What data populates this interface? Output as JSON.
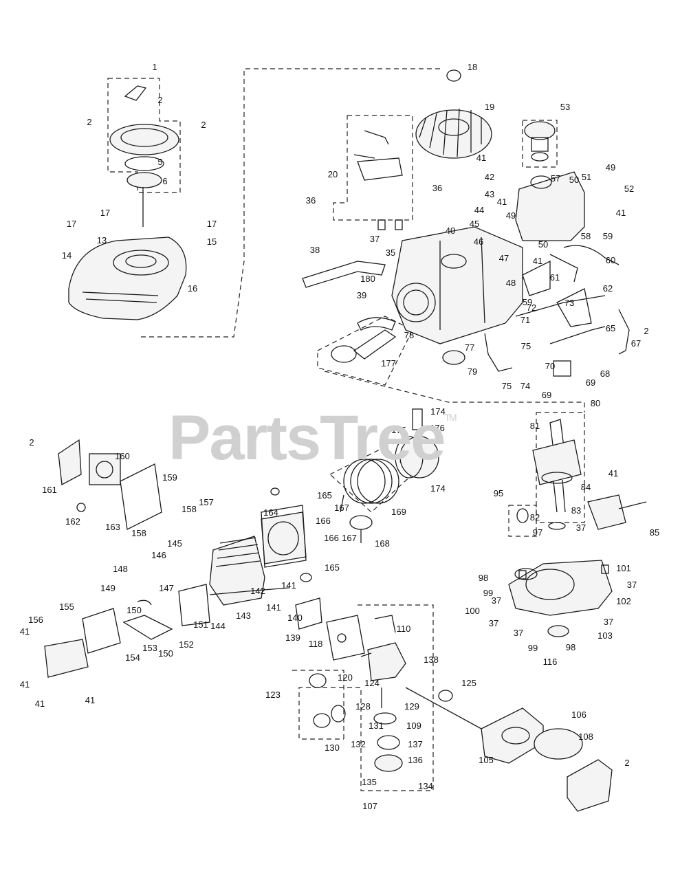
{
  "watermark": {
    "text": "PartsTree",
    "mark": "TM"
  },
  "callout_labels": [
    "1",
    "2",
    "2",
    "2",
    "5",
    "6",
    "17",
    "17",
    "17",
    "13",
    "14",
    "15",
    "16",
    "18",
    "19",
    "20",
    "36",
    "36",
    "37",
    "35",
    "38",
    "39",
    "180",
    "40",
    "41",
    "42",
    "43",
    "44",
    "45",
    "46",
    "47",
    "41",
    "49",
    "48",
    "41",
    "50",
    "53",
    "57",
    "51",
    "49",
    "52",
    "50",
    "41",
    "58",
    "59",
    "60",
    "61",
    "62",
    "72",
    "73",
    "71",
    "59",
    "2",
    "65",
    "67",
    "68",
    "69",
    "69",
    "70",
    "75",
    "75",
    "74",
    "77",
    "78",
    "79",
    "177",
    "174",
    "175",
    "176",
    "174",
    "169",
    "167",
    "166",
    "166",
    "167",
    "168",
    "165",
    "165",
    "164",
    "2",
    "160",
    "161",
    "159",
    "162",
    "163",
    "158",
    "158",
    "157",
    "145",
    "146",
    "148",
    "147",
    "149",
    "150",
    "142",
    "141",
    "141",
    "143",
    "144",
    "151",
    "152",
    "140",
    "139",
    "155",
    "156",
    "41",
    "153",
    "154",
    "150",
    "41",
    "41",
    "41",
    "80",
    "81",
    "41",
    "84",
    "85",
    "95",
    "82",
    "83",
    "37",
    "97",
    "98",
    "99",
    "100",
    "101",
    "37",
    "102",
    "37",
    "37",
    "37",
    "37",
    "103",
    "99",
    "98",
    "116",
    "110",
    "138",
    "118",
    "120",
    "123",
    "124",
    "128",
    "129",
    "109",
    "125",
    "130",
    "131",
    "132",
    "137",
    "136",
    "134",
    "135",
    "107",
    "106",
    "108",
    "105",
    "2"
  ]
}
